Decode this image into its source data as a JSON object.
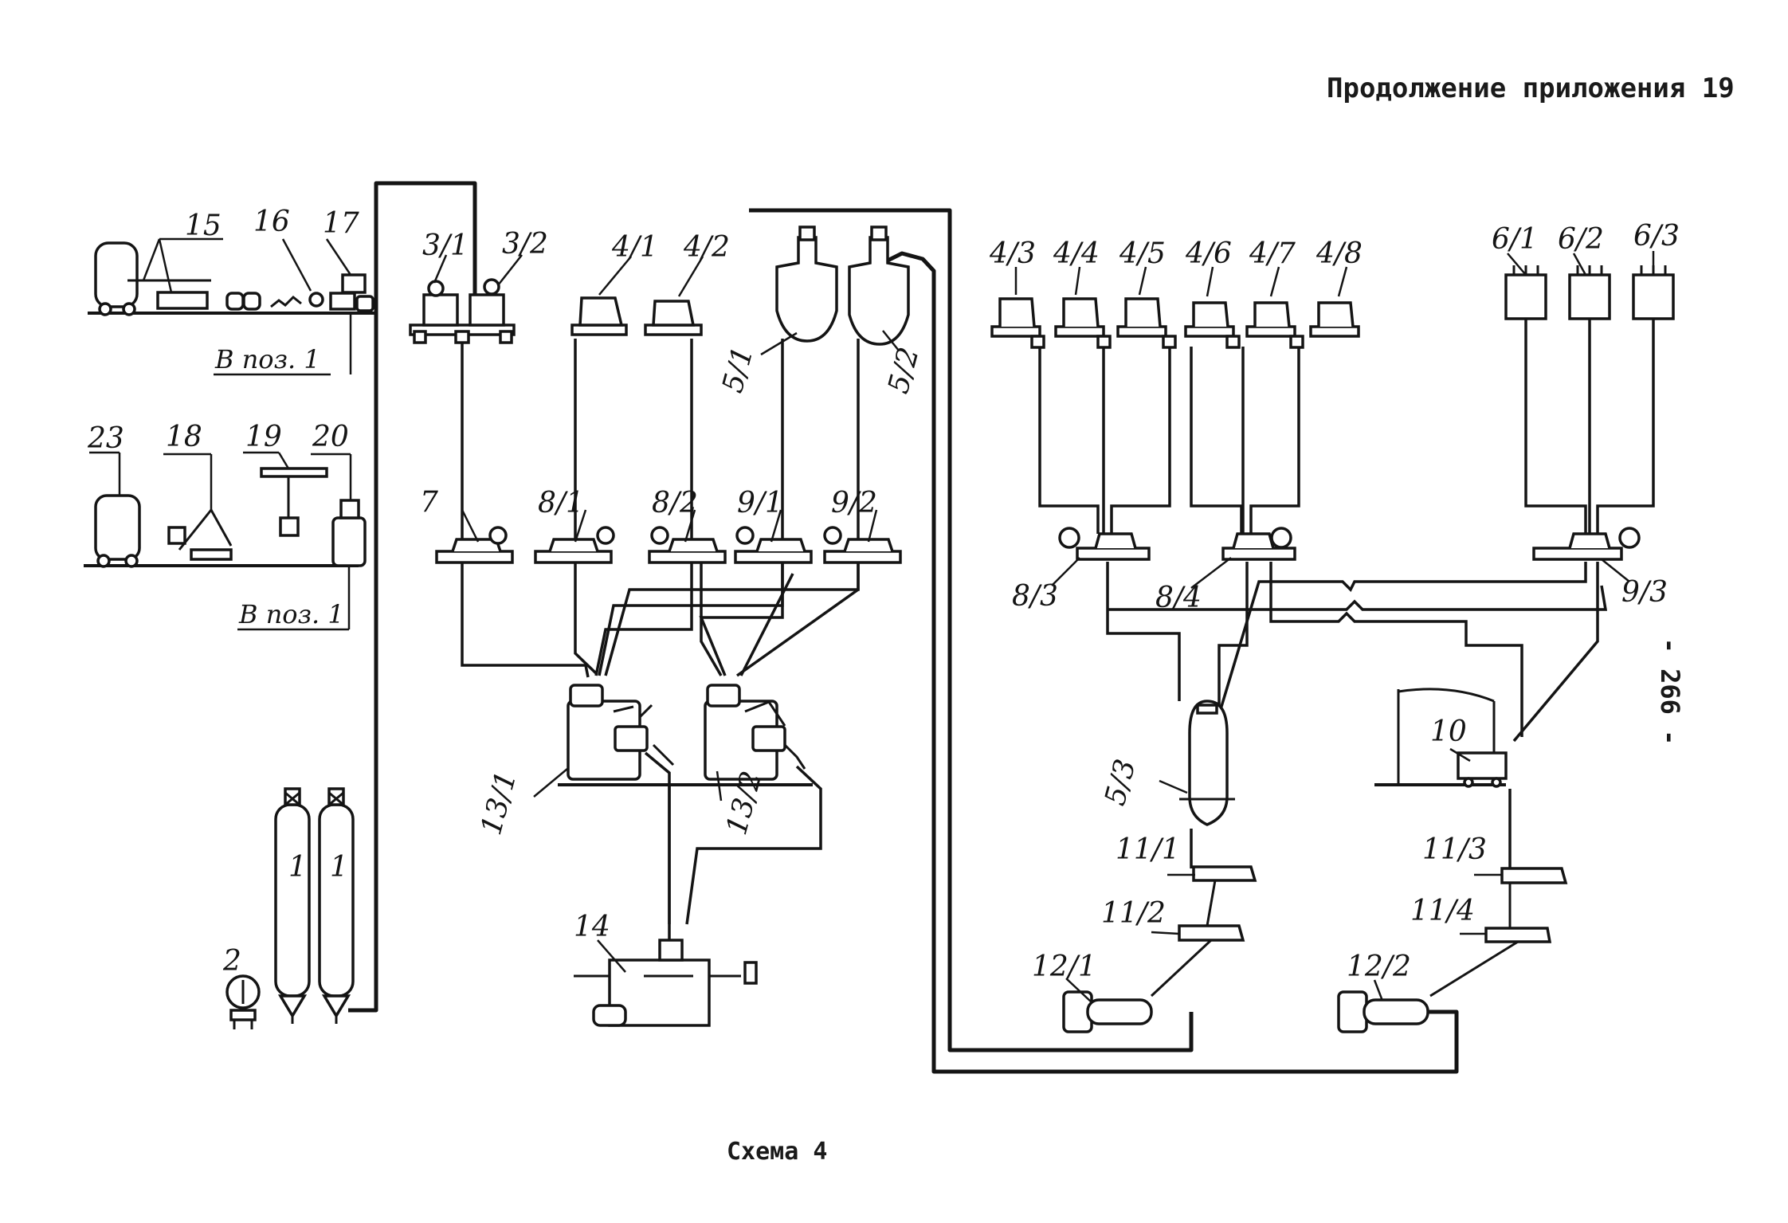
{
  "header": {
    "title": "Продолжение приложения 19"
  },
  "page_number": "- 266 -",
  "caption": "Схема 4",
  "diagram": {
    "references": [
      "В поз. 1",
      "В поз. 1"
    ],
    "labels": {
      "n1a": "1",
      "n1b": "1",
      "n2": "2",
      "n3_1": "3/1",
      "n3_2": "3/2",
      "n4_1": "4/1",
      "n4_2": "4/2",
      "n4_3": "4/3",
      "n4_4": "4/4",
      "n4_5": "4/5",
      "n4_6": "4/6",
      "n4_7": "4/7",
      "n4_8": "4/8",
      "n5_1": "5/1",
      "n5_2": "5/2",
      "n5_3": "5/3",
      "n6_1": "6/1",
      "n6_2": "6/2",
      "n6_3": "6/3",
      "n7": "7",
      "n8_1": "8/1",
      "n8_2": "8/2",
      "n8_3": "8/3",
      "n8_4": "8/4",
      "n9_1": "9/1",
      "n9_2": "9/2",
      "n9_3": "9/3",
      "n10": "10",
      "n11_1": "11/1",
      "n11_2": "11/2",
      "n11_3": "11/3",
      "n11_4": "11/4",
      "n12_1": "12/1",
      "n12_2": "12/2",
      "n13_1": "13/1",
      "n13_2": "13/2",
      "n14": "14",
      "n15": "15",
      "n16": "16",
      "n17": "17",
      "n18": "18",
      "n19": "19",
      "n20": "20",
      "n23": "23"
    }
  }
}
